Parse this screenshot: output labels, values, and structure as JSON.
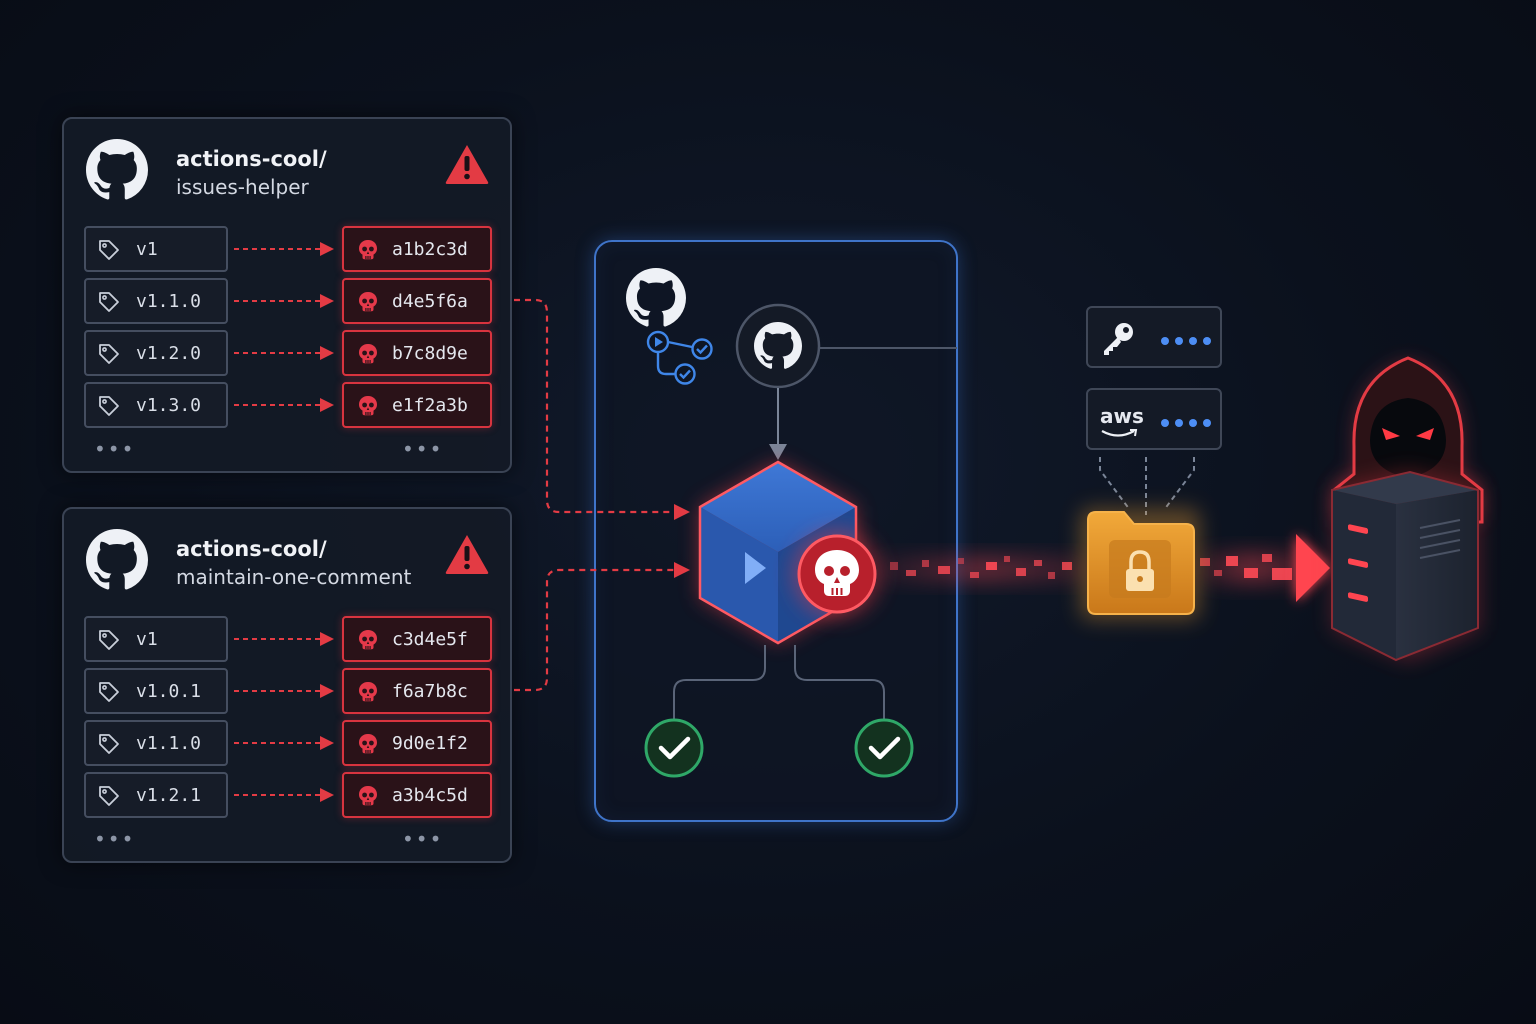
{
  "repos": [
    {
      "owner": "actions-cool/",
      "name": "issues-helper",
      "tags": [
        {
          "tag": "v1",
          "hash": "a1b2c3d"
        },
        {
          "tag": "v1.1.0",
          "hash": "d4e5f6a"
        },
        {
          "tag": "v1.2.0",
          "hash": "b7c8d9e"
        },
        {
          "tag": "v1.3.0",
          "hash": "e1f2a3b"
        }
      ],
      "more": "•••"
    },
    {
      "owner": "actions-cool/",
      "name": "maintain-one-comment",
      "tags": [
        {
          "tag": "v1",
          "hash": "c3d4e5f"
        },
        {
          "tag": "v1.0.1",
          "hash": "f6a7b8c"
        },
        {
          "tag": "v1.1.0",
          "hash": "9d0e1f2"
        },
        {
          "tag": "v1.2.1",
          "hash": "a3b4c5d"
        }
      ],
      "more": "•••"
    }
  ],
  "secrets": {
    "aws_label": "aws"
  },
  "icons": {
    "repo": "github-icon",
    "warning": "warning-icon",
    "tag": "tag-icon",
    "malicious": "skull-icon",
    "workflow": "workflow-icon",
    "runner": "github-runner-icon",
    "action": "action-cube-icon",
    "success": "check-icon",
    "key": "key-icon",
    "vault": "locked-folder-icon",
    "attacker": "hooded-hacker-icon",
    "server": "server-icon"
  },
  "colors": {
    "danger": "#e33b44",
    "workflow_blue": "#3f74c9",
    "success": "#2fa868",
    "vault": "#e59a2a",
    "secret_dots": "#4d8ef5"
  }
}
